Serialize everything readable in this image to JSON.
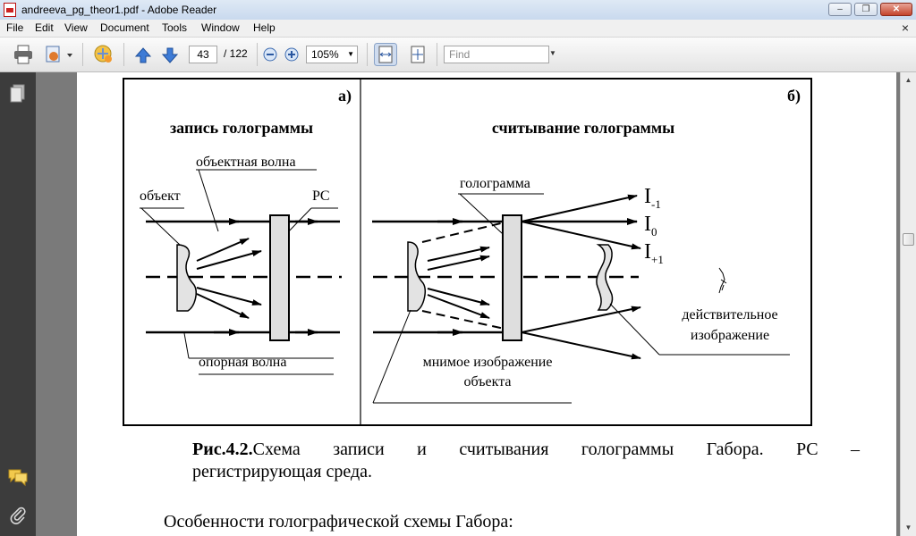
{
  "window": {
    "title": "andreeva_pg_theor1.pdf - Adobe Reader",
    "min": "–",
    "max": "❐",
    "close": "✕"
  },
  "menu": {
    "items": [
      "File",
      "Edit",
      "View",
      "Document",
      "Tools",
      "Window",
      "Help"
    ],
    "close": "×"
  },
  "toolbar": {
    "icons": [
      "print-icon",
      "export-icon",
      "collaborate-icon",
      "prev-page-icon",
      "next-page-icon",
      "zoom-out-icon",
      "zoom-in-icon",
      "fit-width-icon",
      "fit-page-icon"
    ],
    "page_current": "43",
    "page_total": "/ 122",
    "zoom": "105%",
    "find_placeholder": "Find"
  },
  "sidebar": {
    "icons": [
      "pages-icon",
      "comments-icon",
      "attachments-icon"
    ]
  },
  "figure": {
    "panel_a": {
      "label": "а)",
      "title": "запись голограммы",
      "object_wave": "объектная волна",
      "object": "объект",
      "rs": "PC",
      "reference_wave": "опорная волна"
    },
    "panel_b": {
      "label": "б)",
      "title": "считывание голограммы",
      "hologram": "голограмма",
      "orders": [
        {
          "base": "I",
          "sub": "-1"
        },
        {
          "base": "I",
          "sub": "0"
        },
        {
          "base": "I",
          "sub": "+1"
        }
      ],
      "real_image_l1": "действительное",
      "real_image_l2": "изображение",
      "virtual_image_l1": "мнимое изображение",
      "virtual_image_l2": "объекта"
    }
  },
  "caption": {
    "bold": "Рис.4.2.",
    "line1": "Схема записи и считывания голограммы Габора. PC –",
    "line2": "регистрирующая среда."
  },
  "body": {
    "heading": "Особенности голографической схемы Габора:"
  },
  "colors": {
    "sidebar_bg": "#3c3c3c",
    "doc_bg": "#7a7a7a",
    "page_bg": "#ffffff"
  }
}
